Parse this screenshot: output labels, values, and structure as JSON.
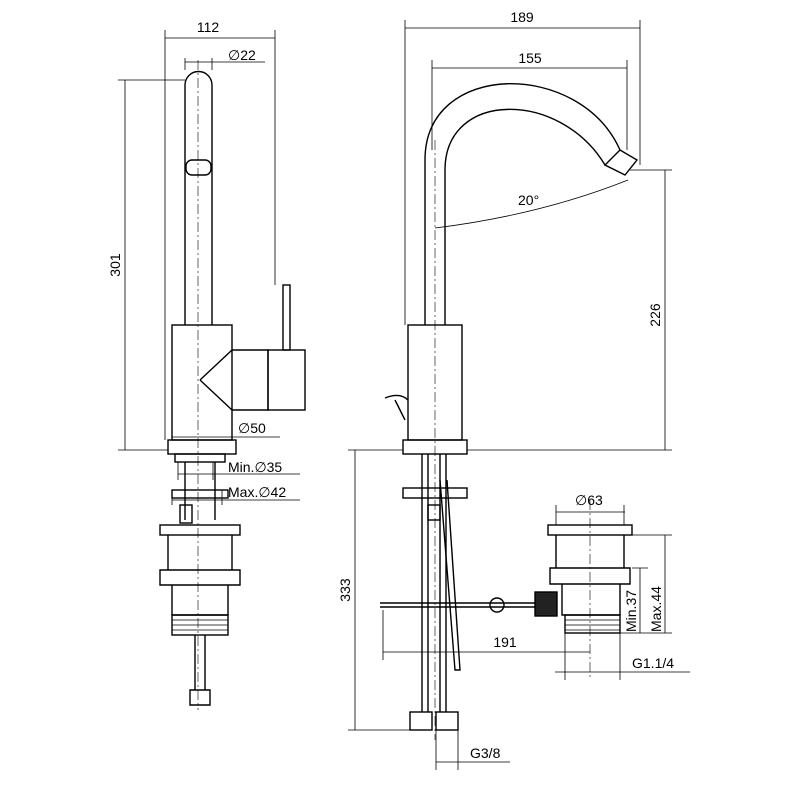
{
  "side_view": {
    "width_total": "112",
    "spout_diameter": "∅22",
    "height_total": "301",
    "body_diameter": "∅50",
    "hole_min": "Min.∅35",
    "hole_max": "Max.∅42"
  },
  "front_view": {
    "width_total": "189",
    "spout_reach": "155",
    "swivel_angle": "20°",
    "spout_height": "226",
    "hose_length": "333",
    "waste_diameter": "∅63",
    "rod_length": "191",
    "waste_min": "Min.37",
    "waste_max": "Max.44",
    "waste_thread": "G1.1/4",
    "hose_thread": "G3/8"
  }
}
